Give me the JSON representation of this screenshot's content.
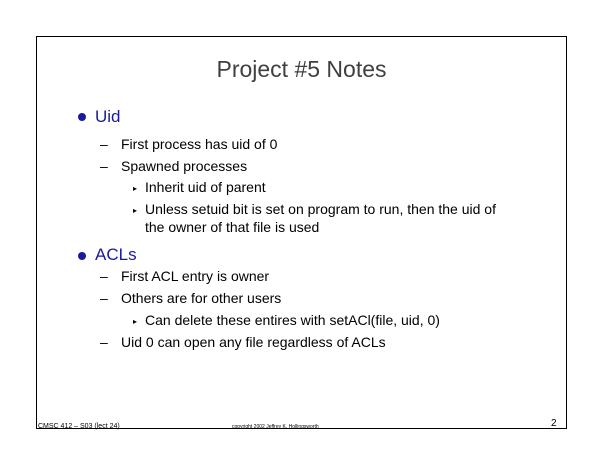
{
  "slide": {
    "title": "Project #5 Notes",
    "sections": [
      {
        "heading": "Uid",
        "items": [
          "First process has uid of 0",
          "Spawned processes"
        ],
        "subitems": [
          "Inherit uid of parent",
          "Unless setuid bit is set on program to run, then the uid of",
          "the owner of that file is used"
        ]
      },
      {
        "heading": "ACLs",
        "items": [
          "First ACL entry is owner",
          "Others are for other users",
          "Uid 0 can open any file regardless of ACLs"
        ],
        "subitems": [
          "Can delete these entires with setACl(file, uid, 0)"
        ]
      }
    ]
  },
  "footer": {
    "course": "CMSC 412 – S03 (lect 24)",
    "copyright": "copyright 2002 Jeffrey K. Hollingsworth",
    "page": "2"
  },
  "colors": {
    "title": "#404040",
    "accent": "#1a1aa0"
  }
}
